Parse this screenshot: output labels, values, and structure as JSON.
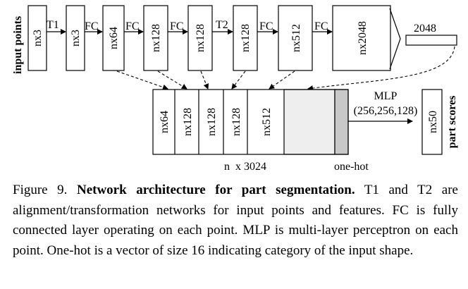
{
  "diagram": {
    "input_label": "input points",
    "top_blocks": [
      "nx3",
      "nx3",
      "nx64",
      "nx128",
      "nx128",
      "nx128",
      "nx512",
      "nx2048"
    ],
    "top_ops": [
      "T1",
      "FC",
      "FC",
      "FC",
      "T2",
      "FC",
      "FC"
    ],
    "global_feature_label": "2048",
    "concat_blocks": [
      "nx64",
      "nx128",
      "nx128",
      "nx128",
      "nx512"
    ],
    "concat_size_label": "n  x 3024",
    "onehot_label": "one-hot",
    "mlp_label": "MLP",
    "mlp_sizes": "(256,256,128)",
    "output_block": "nx50",
    "output_label": "part scores",
    "colors": {
      "global_region": "#eeeeee",
      "onehot": "#c8c8c8",
      "stroke": "#000000"
    }
  },
  "caption": {
    "figure_label": "Figure 9.",
    "title": "Network architecture for part segmentation.",
    "body": "T1 and T2 are alignment/transformation networks for input points and features. FC is fully connected layer operating on each point. MLP is multi-layer perceptron on each point. One-hot is a vector of size 16 indicating category of the input shape."
  }
}
